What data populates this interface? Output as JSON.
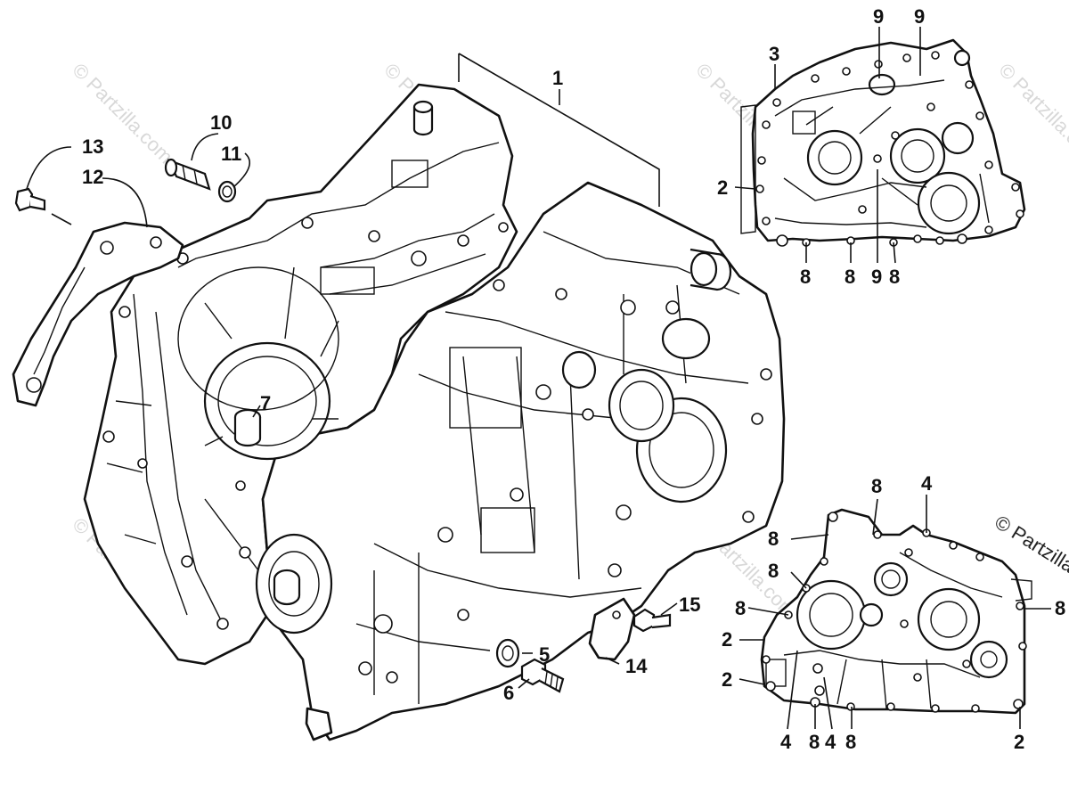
{
  "watermark": {
    "text": "© Partzilla.com",
    "edge_text": "© Partzilla.com"
  },
  "callouts": {
    "c1": "1",
    "c2a": "2",
    "c2b": "2",
    "c2c": "2",
    "c2d": "2",
    "c3": "3",
    "c4a": "4",
    "c4b": "4",
    "c4c": "4",
    "c5": "5",
    "c6": "6",
    "c7": "7",
    "c8a": "8",
    "c8b": "8",
    "c8c": "8",
    "c8d": "8",
    "c8e": "8",
    "c8f": "8",
    "c8g": "8",
    "c8h": "8",
    "c8i": "8",
    "c8j": "8",
    "c9a": "9",
    "c9b": "9",
    "c9c": "9",
    "c10": "10",
    "c11": "11",
    "c12": "12",
    "c13": "13",
    "c14": "14",
    "c15": "15"
  }
}
